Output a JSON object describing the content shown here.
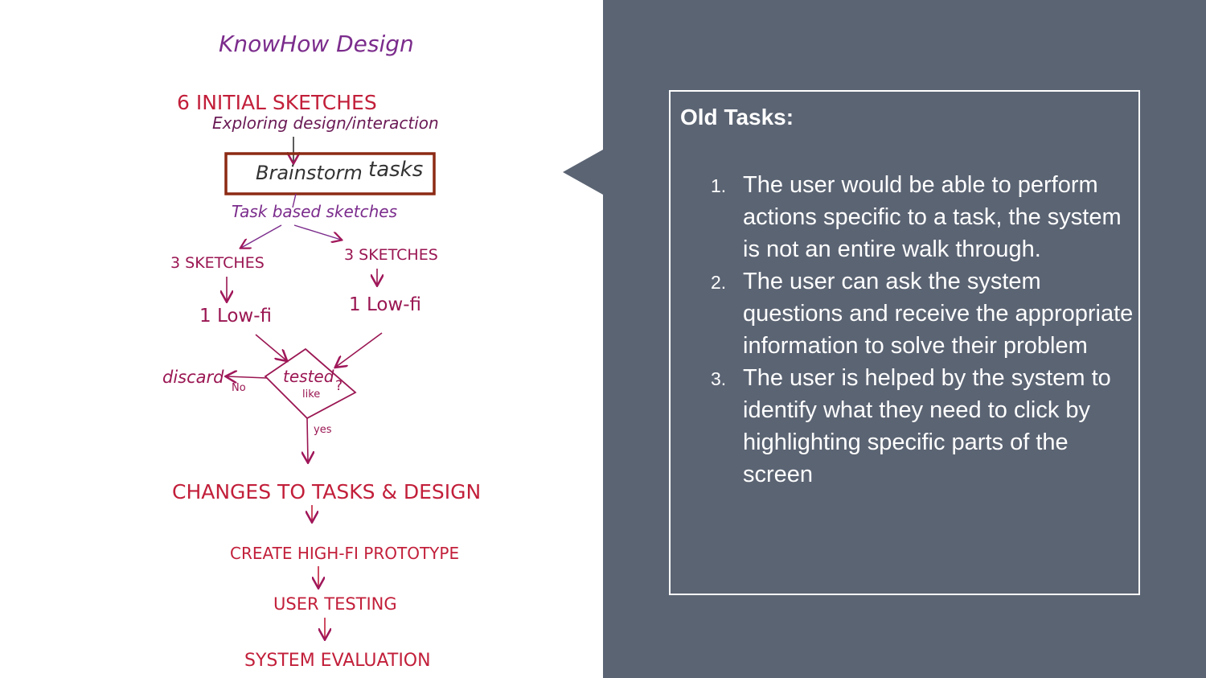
{
  "sketch": {
    "title": "KnowHow Design",
    "initial_sketches": "6 INITIAL SKETCHES",
    "exploring": "Exploring design/interaction",
    "brainstorm": "Brainstorm",
    "tasks": "tasks",
    "task_based": "Task based sketches",
    "sketches_left": "3 SKETCHES",
    "sketches_right": "3 SKETCHES",
    "lowfi_left": "1 Low-fi",
    "lowfi_right": "1 Low-fi",
    "discard": "discard",
    "no": "No",
    "tested": "tested",
    "like": "like",
    "question": "?",
    "yes": "yes",
    "changes": "CHANGES TO TASKS & DESIGN",
    "create": "CREATE HIGH-FI PROTOTYPE",
    "user_testing": "USER TESTING",
    "evaluation": "SYSTEM EVALUATION"
  },
  "colors": {
    "panel_bg": "#5b6473",
    "ink_red": "#c21f3a",
    "ink_maroon": "#9a1652",
    "ink_purple": "#7b2c8c",
    "box_outline": "#8c2a14"
  },
  "slide": {
    "heading": "Old Tasks:",
    "tasks": [
      {
        "num": "1.",
        "text": "The user would be able to perform actions specific to a task, the system is not an entire walk through."
      },
      {
        "num": "2.",
        "text": "The user can ask the system questions and receive the appropriate information to solve their problem"
      },
      {
        "num": "3.",
        "text": "The user is helped by the system to identify what they need to click by highlighting specific parts of the screen"
      }
    ]
  }
}
